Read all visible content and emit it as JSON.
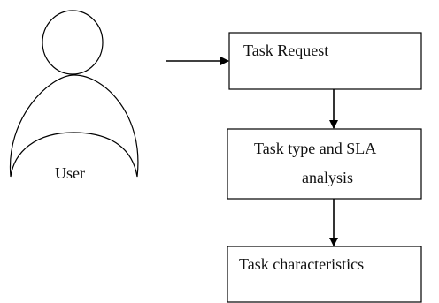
{
  "diagram": {
    "actor": {
      "label": "User"
    },
    "boxes": [
      {
        "id": "task-request",
        "lines": [
          "Task Request"
        ]
      },
      {
        "id": "task-type-sla",
        "lines": [
          "Task type and SLA",
          "analysis"
        ]
      },
      {
        "id": "task-characteristics",
        "lines": [
          "Task characteristics"
        ]
      }
    ],
    "edges": [
      {
        "from": "user",
        "to": "task-request"
      },
      {
        "from": "task-request",
        "to": "task-type-sla"
      },
      {
        "from": "task-type-sla",
        "to": "task-characteristics"
      }
    ],
    "colors": {
      "stroke": "#000000",
      "text": "#111111",
      "background": "#ffffff"
    }
  }
}
